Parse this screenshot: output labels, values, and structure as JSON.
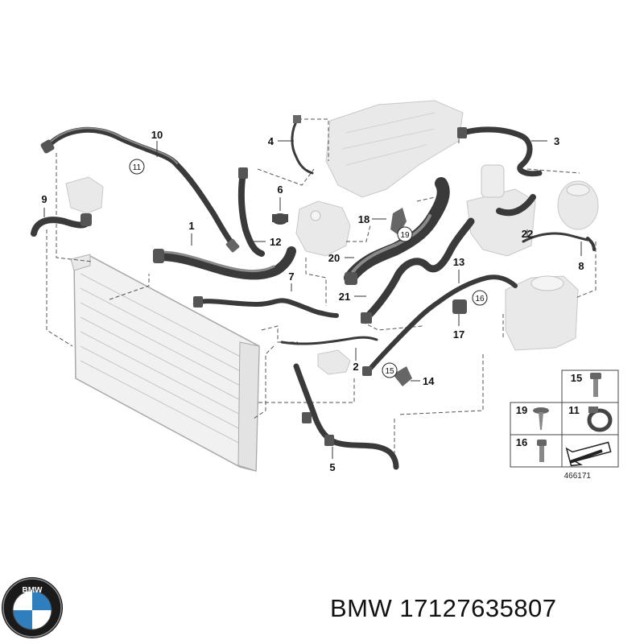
{
  "diagram": {
    "callouts": [
      "1",
      "2",
      "3",
      "4",
      "5",
      "6",
      "7",
      "8",
      "9",
      "10",
      "12",
      "13",
      "14",
      "17",
      "18",
      "20",
      "21",
      "22"
    ],
    "circled_callouts": [
      "11",
      "19",
      "15",
      "16"
    ],
    "legend": {
      "items": [
        {
          "num": "15",
          "icon": "bolt-icon"
        },
        {
          "num": "19",
          "icon": "screw-icon"
        },
        {
          "num": "11",
          "icon": "hose-clamp-icon"
        },
        {
          "num": "16",
          "icon": "bolt-icon"
        }
      ],
      "reference_number": "466171"
    }
  },
  "caption": {
    "brand": "BMW",
    "part_number": "17127635807"
  },
  "colors": {
    "hose": "#3a3a3a",
    "ghost_parts": "#e9e9e9",
    "leader_lines": "#555555"
  }
}
